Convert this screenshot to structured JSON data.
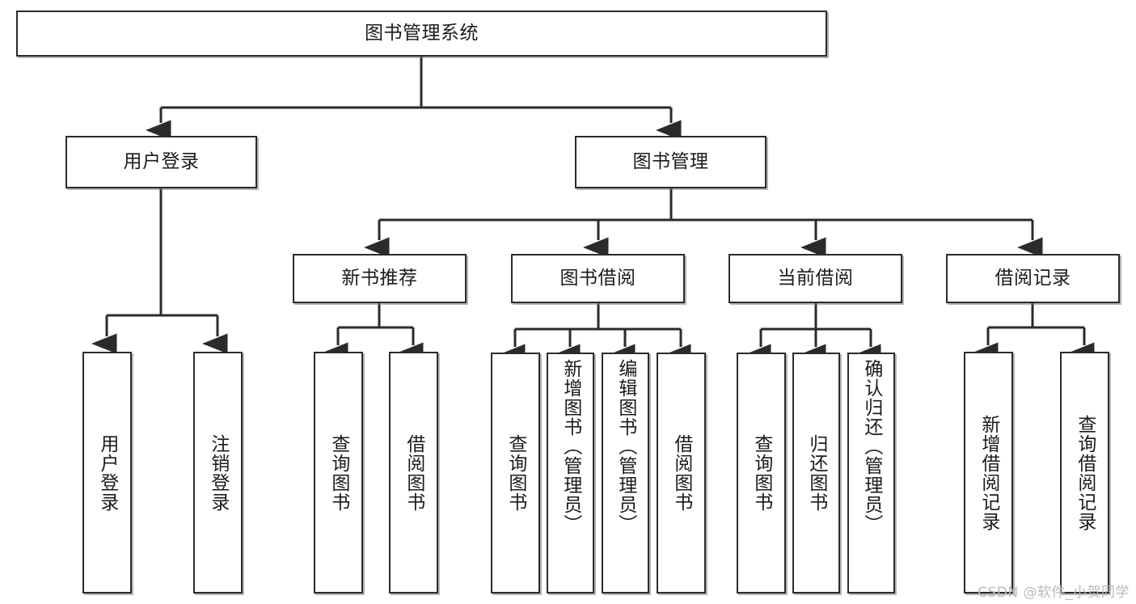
{
  "diagram": {
    "title": "图书管理系统",
    "type": "tree-hierarchy-chart",
    "colors": {
      "stroke": "#2b2b2b",
      "fill": "#ffffff",
      "text": "#1b1b1b",
      "watermark": "#b9b9b9"
    },
    "root": {
      "label": "图书管理系统"
    },
    "level2": [
      {
        "label": "用户登录"
      },
      {
        "label": "图书管理"
      }
    ],
    "level3": [
      {
        "label": "新书推荐"
      },
      {
        "label": "图书借阅"
      },
      {
        "label": "当前借阅"
      },
      {
        "label": "借阅记录"
      }
    ],
    "leaves": {
      "user_login": [
        {
          "label": "用户登录"
        },
        {
          "label": "注销登录"
        }
      ],
      "new_book_recommend": [
        {
          "label": "查询图书"
        },
        {
          "label": "借阅图书"
        }
      ],
      "book_borrow": [
        {
          "label": "查询图书"
        },
        {
          "label": "新增图书（管理员）"
        },
        {
          "label": "编辑图书（管理员）"
        },
        {
          "label": "借阅图书"
        }
      ],
      "current_borrow": [
        {
          "label": "查询图书"
        },
        {
          "label": "归还图书"
        },
        {
          "label": "确认归还（管理员）"
        }
      ],
      "borrow_record": [
        {
          "label": "新增借阅记录"
        },
        {
          "label": "查询借阅记录"
        }
      ]
    },
    "watermark": "CSDN @软件_小贺同学"
  }
}
